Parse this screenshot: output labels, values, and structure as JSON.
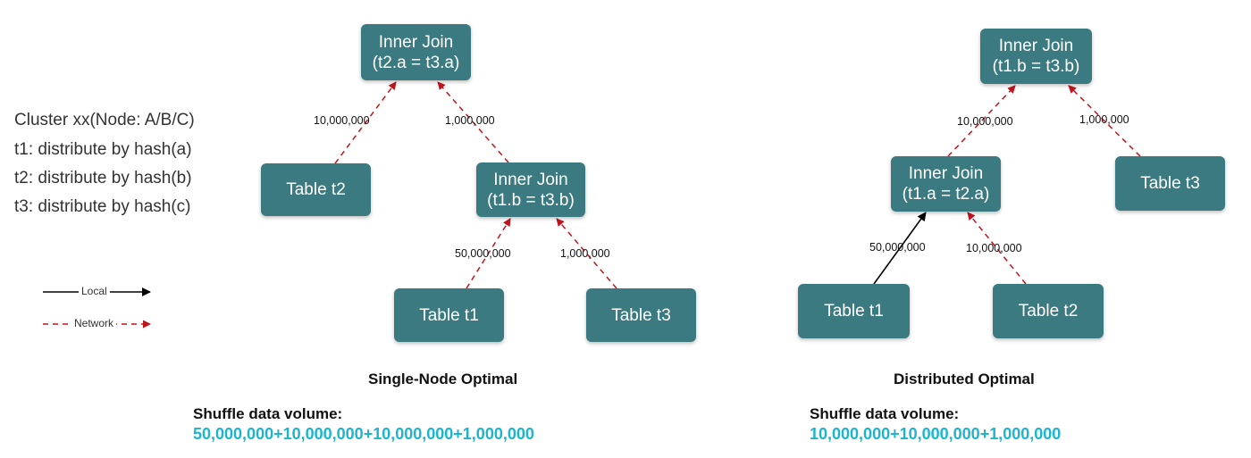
{
  "cluster_info": {
    "lines": [
      "Cluster xx(Node: A/B/C)",
      "t1: distribute by hash(a)",
      "t2: distribute by hash(b)",
      "t3: distribute by hash(c)"
    ]
  },
  "legend": {
    "local_label": "Local",
    "network_label": "Network",
    "local_color": "#000000",
    "network_color": "#c0141c"
  },
  "left_plan": {
    "title": "Single-Node Optimal",
    "root_join": {
      "label": "Inner Join",
      "condition": "(t2.a = t3.a)"
    },
    "sub_join": {
      "label": "Inner Join",
      "condition": "(t1.b = t3.b)"
    },
    "table_t2": "Table t2",
    "table_t1": "Table t1",
    "table_t3": "Table t3",
    "edge_t2_root": "10,000,000",
    "edge_sub_root": "1,000,000",
    "edge_t1_sub": "50,000,000",
    "edge_t3_sub": "1,000,000",
    "shuffle_label": "Shuffle data volume:",
    "shuffle_value": "50,000,000+10,000,000+10,000,000+1,000,000"
  },
  "right_plan": {
    "title": "Distributed Optimal",
    "root_join": {
      "label": "Inner Join",
      "condition": "(t1.b = t3.b)"
    },
    "sub_join": {
      "label": "Inner Join",
      "condition": "(t1.a = t2.a)"
    },
    "table_t3": "Table t3",
    "table_t1": "Table t1",
    "table_t2": "Table t2",
    "edge_sub_root": "10,000,000",
    "edge_t3_root": "1,000,000",
    "edge_t1_sub": "50,000,000",
    "edge_t2_sub": "10,000,000",
    "shuffle_label": "Shuffle data volume:",
    "shuffle_value": "10,000,000+10,000,000+1,000,000"
  },
  "colors": {
    "node_fill": "#3b7a80",
    "node_text": "#ffffff",
    "shuffle_value": "#1bb5cf"
  }
}
